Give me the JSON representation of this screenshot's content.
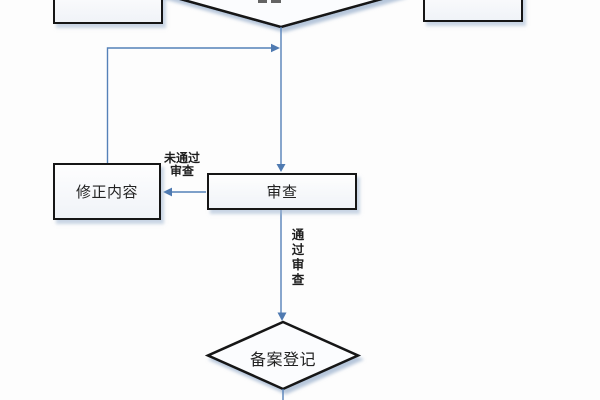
{
  "flowchart": {
    "nodes": {
      "top_left": {
        "shape": "rectangle",
        "label": "",
        "truncated": true
      },
      "top_decision": {
        "shape": "diamond",
        "label": "",
        "truncated": true
      },
      "top_right": {
        "shape": "rectangle",
        "label": "",
        "truncated": true
      },
      "review": {
        "shape": "rectangle",
        "label": "审查"
      },
      "revise": {
        "shape": "rectangle",
        "label": "修正内容"
      },
      "registration": {
        "shape": "diamond",
        "label": "备案登记"
      }
    },
    "edge_labels": {
      "fail": "未通过审查",
      "pass": "通过审查"
    },
    "edges": [
      {
        "from": "top_decision",
        "to": "review",
        "label": ""
      },
      {
        "from": "review",
        "to": "revise",
        "label": "未通过审查"
      },
      {
        "from": "revise",
        "to": "review",
        "label": ""
      },
      {
        "from": "review",
        "to": "registration",
        "label": "通过审查"
      },
      {
        "from": "registration",
        "to": "offscreen-bottom",
        "label": ""
      }
    ],
    "colors": {
      "connector_blue": "#5581b8",
      "arrowhead_blue": "#4f7ab1",
      "node_border": "#161616",
      "node_fill_top": "#fefefe",
      "node_fill_bottom": "#f0f3f8",
      "shadow": "#9fb4cf",
      "text": "#222222",
      "background": "#fdfdfd"
    }
  }
}
